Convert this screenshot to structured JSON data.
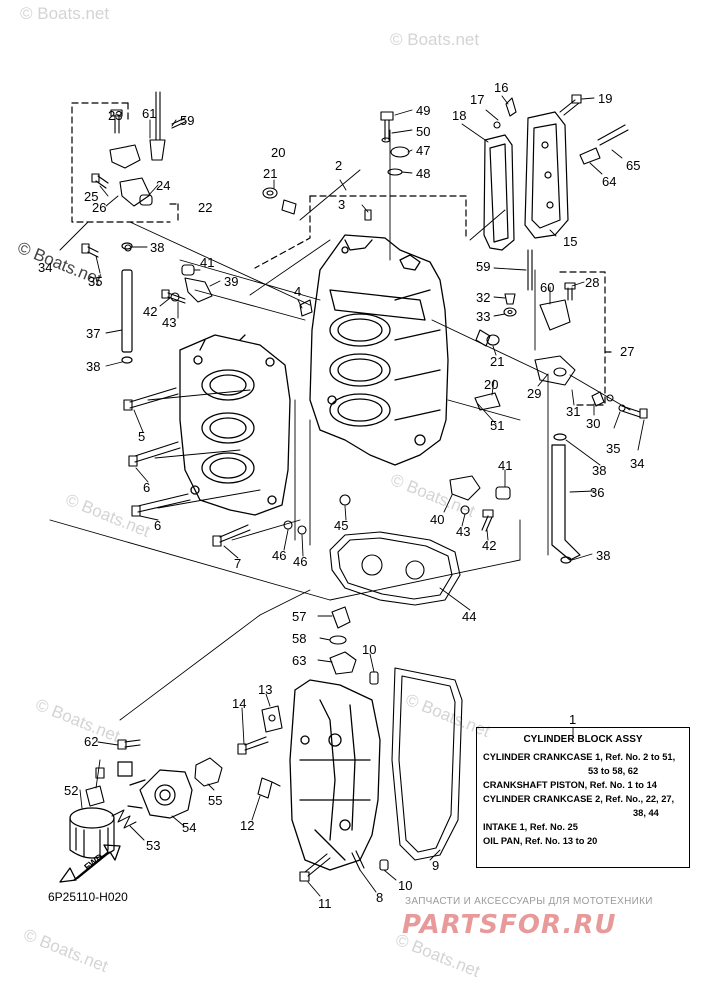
{
  "watermark": {
    "text": "© Boats.net",
    "dark_text": "© Boats.net"
  },
  "legend": {
    "callout": "1",
    "title": "CYLINDER BLOCK ASSY",
    "lines": [
      "CYLINDER CRANKCASE 1,  Ref. No. 2 to 51,",
      "53 to 58, 62",
      "CRANKSHAFT PISTON,  Ref. No. 1 to 14",
      "CYLINDER CRANKCASE 2,  Ref. No., 22, 27,",
      "38, 44",
      "INTAKE 1,  Ref. No. 25",
      "OIL PAN,  Ref. No. 13 to 20"
    ]
  },
  "diagram_code": "6P25110-H020",
  "fwd_label": "FWD",
  "shop": {
    "tagline": "ЗАПЧАСТИ И АКСЕССУАРЫ ДЛЯ МОТОТЕХНИКИ",
    "logo": "PARTSFOR.RU"
  },
  "callouts": [
    {
      "id": "c23a",
      "label": "23"
    },
    {
      "id": "c61",
      "label": "61"
    },
    {
      "id": "c59a",
      "label": "59"
    },
    {
      "id": "c25",
      "label": "25"
    },
    {
      "id": "c26",
      "label": "26"
    },
    {
      "id": "c24",
      "label": "24"
    },
    {
      "id": "c22",
      "label": "22"
    },
    {
      "id": "c20a",
      "label": "20"
    },
    {
      "id": "c21a",
      "label": "21"
    },
    {
      "id": "c2",
      "label": "2"
    },
    {
      "id": "c3",
      "label": "3"
    },
    {
      "id": "c49",
      "label": "49"
    },
    {
      "id": "c50",
      "label": "50"
    },
    {
      "id": "c47",
      "label": "47"
    },
    {
      "id": "c48",
      "label": "48"
    },
    {
      "id": "c17",
      "label": "17"
    },
    {
      "id": "c16",
      "label": "16"
    },
    {
      "id": "c18",
      "label": "18"
    },
    {
      "id": "c19",
      "label": "19"
    },
    {
      "id": "c65",
      "label": "65"
    },
    {
      "id": "c64",
      "label": "64"
    },
    {
      "id": "c15",
      "label": "15"
    },
    {
      "id": "c38a",
      "label": "38"
    },
    {
      "id": "c34a",
      "label": "34"
    },
    {
      "id": "c35a",
      "label": "35"
    },
    {
      "id": "c41a",
      "label": "41"
    },
    {
      "id": "c39",
      "label": "39"
    },
    {
      "id": "c42a",
      "label": "42"
    },
    {
      "id": "c43a",
      "label": "43"
    },
    {
      "id": "c4",
      "label": "4"
    },
    {
      "id": "c37",
      "label": "37"
    },
    {
      "id": "c38b",
      "label": "38"
    },
    {
      "id": "c59b",
      "label": "59"
    },
    {
      "id": "c32",
      "label": "32"
    },
    {
      "id": "c33",
      "label": "33"
    },
    {
      "id": "c60",
      "label": "60"
    },
    {
      "id": "c28",
      "label": "28"
    },
    {
      "id": "c27",
      "label": "27"
    },
    {
      "id": "c21b",
      "label": "21"
    },
    {
      "id": "c20b",
      "label": "20"
    },
    {
      "id": "c29",
      "label": "29"
    },
    {
      "id": "c31",
      "label": "31"
    },
    {
      "id": "c30",
      "label": "30"
    },
    {
      "id": "c35b",
      "label": "35"
    },
    {
      "id": "c34b",
      "label": "34"
    },
    {
      "id": "c51",
      "label": "51"
    },
    {
      "id": "c38c",
      "label": "38"
    },
    {
      "id": "c36",
      "label": "36"
    },
    {
      "id": "c5",
      "label": "5"
    },
    {
      "id": "c6a",
      "label": "6"
    },
    {
      "id": "c6b",
      "label": "6"
    },
    {
      "id": "c7",
      "label": "7"
    },
    {
      "id": "c46a",
      "label": "46"
    },
    {
      "id": "c46b",
      "label": "46"
    },
    {
      "id": "c45",
      "label": "45"
    },
    {
      "id": "c41b",
      "label": "41"
    },
    {
      "id": "c40",
      "label": "40"
    },
    {
      "id": "c43b",
      "label": "43"
    },
    {
      "id": "c42b",
      "label": "42"
    },
    {
      "id": "c38d",
      "label": "38"
    },
    {
      "id": "c44",
      "label": "44"
    },
    {
      "id": "c57",
      "label": "57"
    },
    {
      "id": "c58",
      "label": "58"
    },
    {
      "id": "c63",
      "label": "63"
    },
    {
      "id": "c10a",
      "label": "10"
    },
    {
      "id": "c13",
      "label": "13"
    },
    {
      "id": "c14",
      "label": "14"
    },
    {
      "id": "c62",
      "label": "62"
    },
    {
      "id": "c52",
      "label": "52"
    },
    {
      "id": "c55",
      "label": "55"
    },
    {
      "id": "c54",
      "label": "54"
    },
    {
      "id": "c53",
      "label": "53"
    },
    {
      "id": "c12",
      "label": "12"
    },
    {
      "id": "c9",
      "label": "9"
    },
    {
      "id": "c10b",
      "label": "10"
    },
    {
      "id": "c8",
      "label": "8"
    },
    {
      "id": "c11",
      "label": "11"
    }
  ]
}
